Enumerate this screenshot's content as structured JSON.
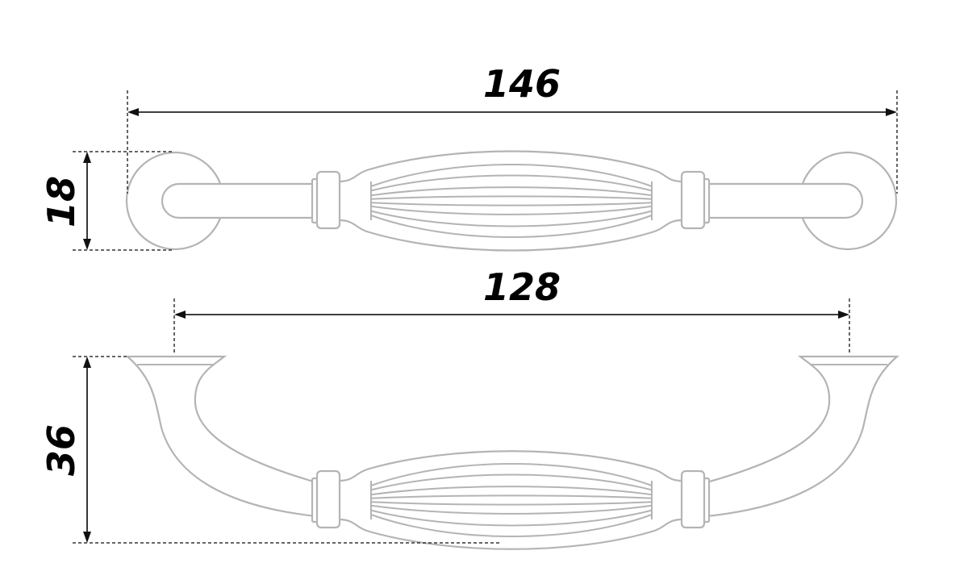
{
  "dimensions": {
    "overall_length": "146",
    "center_distance": "128",
    "base_height": "18",
    "projection": "36"
  },
  "colors": {
    "outline": "#b4b4b4",
    "dimension": "#222222"
  }
}
